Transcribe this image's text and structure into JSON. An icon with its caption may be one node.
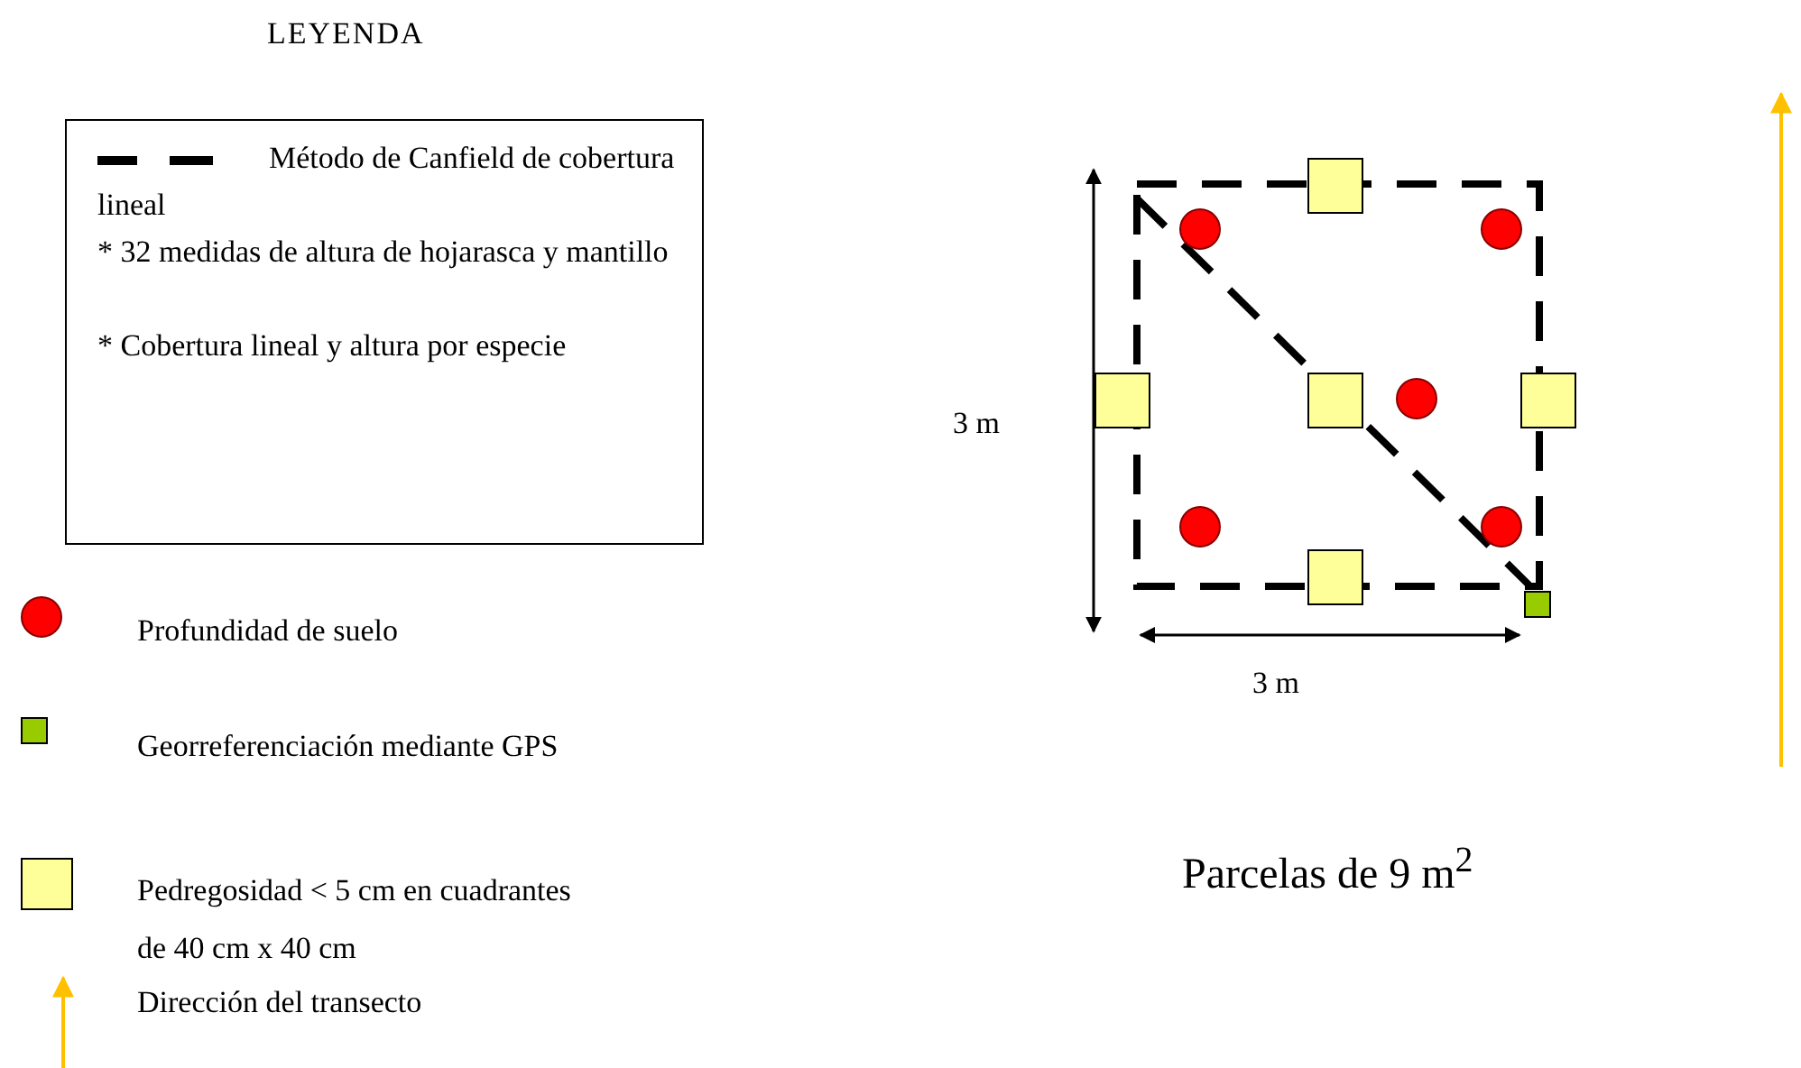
{
  "diagram": {
    "nodes": [
      {
        "text": [
          "Método de Canfield de cobertura lineal",
          "* 32 medidas de altura de hojarasca y mantillo",
          "* Cobertura lineal y altura por especie"
        ]
      }
    ],
    "labels": [
      "LEYENDA",
      "3 m",
      "3 m",
      "Parcelas de 9 m$^{2}$"
    ],
    "legend": [
      {
        "text": "Profundidad de suelo",
        "color": "#ff0000"
      },
      {
        "text": "Georreferenciación mediante GPS",
        "color": "#99cc00"
      },
      {
        "text": "Pedregosidad < 5 cm en cuadrantes de 40 cm x 40 cm",
        "color": "#ffff99"
      },
      {
        "text": "Dirección del transecto"
      }
    ]
  }
}
